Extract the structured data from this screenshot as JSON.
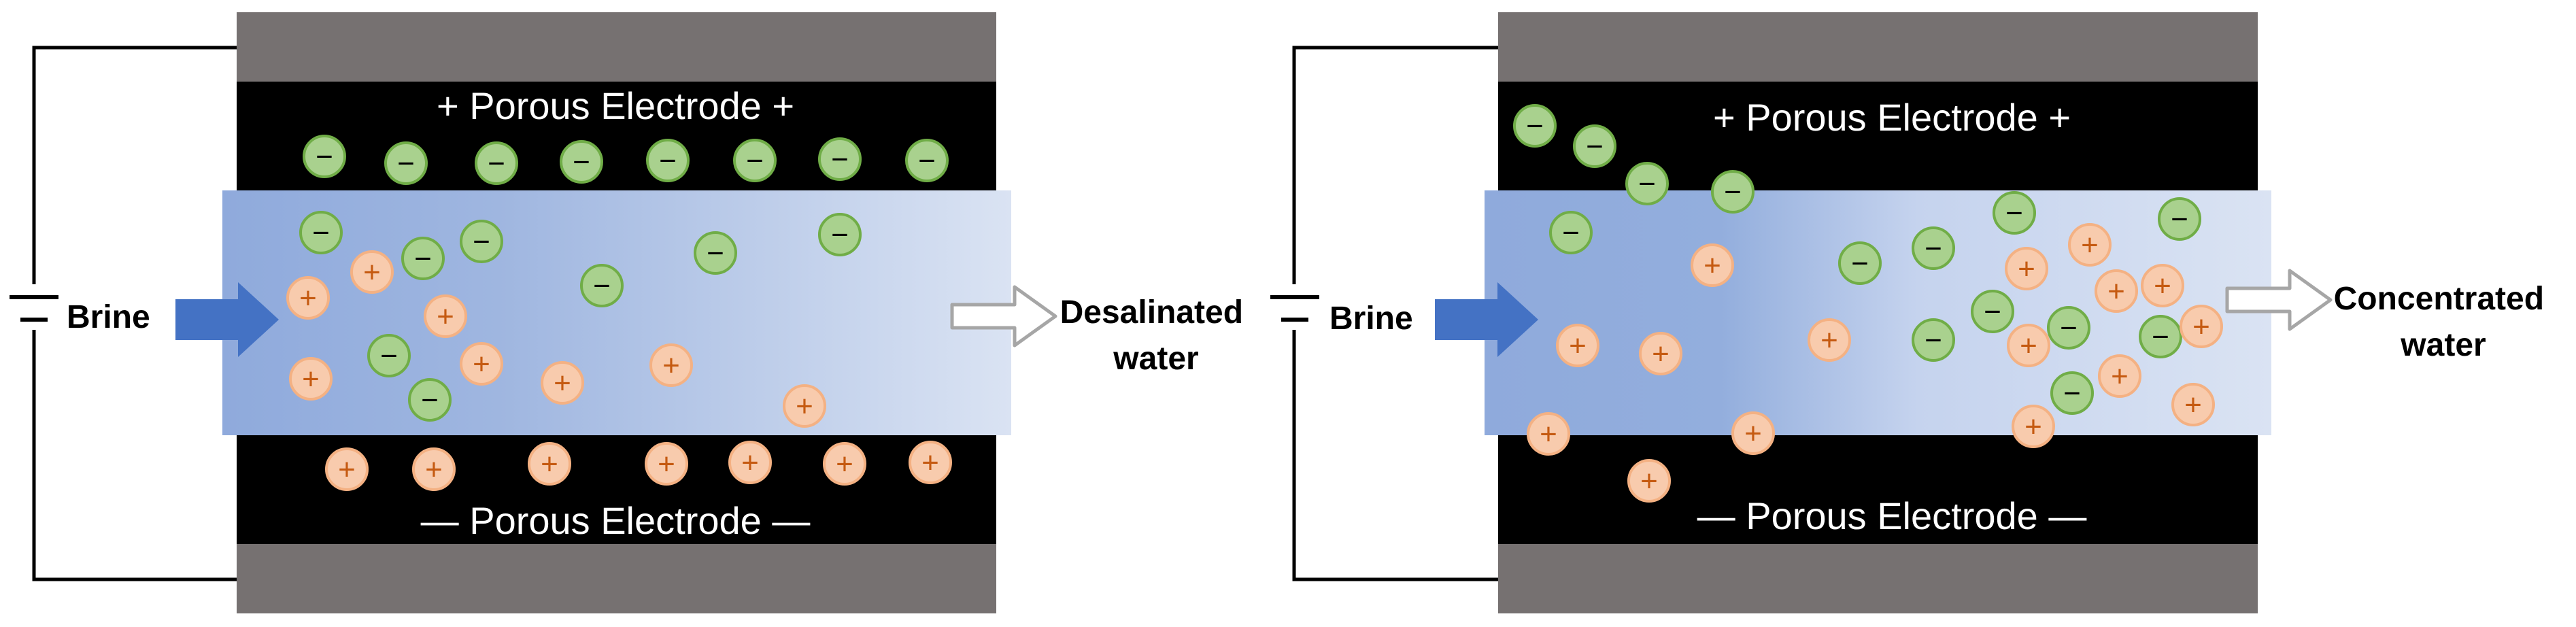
{
  "colors": {
    "collector": "#767171",
    "electrode": "#000000",
    "wire": "#000000",
    "water_dense": "#8FAADC",
    "water_light": "#DAE3F3",
    "anion_fill": "#A9D18E",
    "anion_stroke": "#70AD47",
    "cation_fill": "#F8CBAD",
    "cation_stroke": "#F4B183",
    "cation_sign": "#C55A11",
    "inlet_arrow": "#4472C4",
    "outlet_arrow_stroke": "#A6A6A6"
  },
  "icons": {
    "inlet": "filled-right-arrow-icon",
    "outlet": "hollow-right-arrow-icon",
    "battery": "battery-symbol-icon",
    "anion": "anion-minus-icon",
    "cation": "cation-plus-icon"
  },
  "panels": [
    {
      "top_electrode_label": "+ Porous Electrode +",
      "bottom_electrode_label": "— Porous Electrode —",
      "inlet_label": "Brine",
      "outlet_label_lines": [
        "Desalinated",
        "water"
      ]
    },
    {
      "top_electrode_label": "+ Porous Electrode +",
      "bottom_electrode_label": "— Porous Electrode —",
      "inlet_label": "Brine",
      "outlet_label_lines": [
        "Concentrated",
        "water"
      ]
    }
  ],
  "ion_signs": {
    "anion": "−",
    "cation": "+"
  }
}
